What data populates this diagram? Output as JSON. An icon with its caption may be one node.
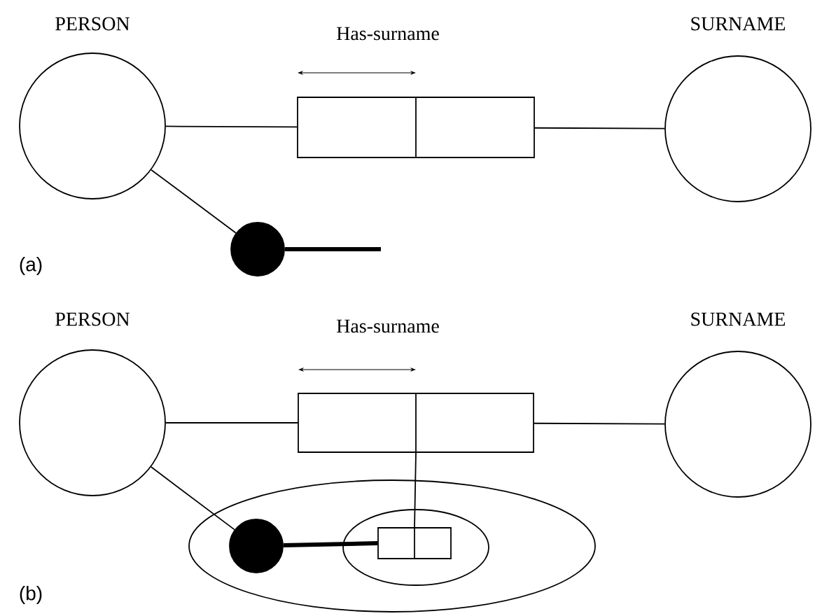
{
  "diagram": {
    "nodes": [
      {
        "text": [
          "PERSON"
        ]
      },
      {
        "text": [
          "Has-surname"
        ]
      },
      {
        "text": [
          "SURNAME"
        ]
      },
      {
        "text": [],
        "shape": "circle"
      },
      {
        "text": [
          "PERSON"
        ]
      },
      {
        "text": [
          "Has-surname"
        ]
      },
      {
        "text": [
          "SURNAME"
        ]
      },
      {
        "text": [],
        "shape": "ellipse"
      },
      {
        "text": [],
        "shape": "circle",
        "in": 7
      },
      {
        "text": [],
        "shape": "ellipse",
        "in": 7
      },
      {
        "text": [],
        "shape": "box",
        "in": 9
      }
    ],
    "edges": [
      {
        "from": 0,
        "to": 1,
        "arrow": "none"
      },
      {
        "from": 1,
        "to": 2,
        "arrow": "none"
      },
      {
        "from": 0,
        "to": 3,
        "arrow": "none"
      },
      {
        "from": 3,
        "to": null,
        "arrow": "none",
        "style": "thick"
      },
      {
        "from": 4,
        "to": 5,
        "arrow": "none"
      },
      {
        "from": 5,
        "to": 6,
        "arrow": "none"
      },
      {
        "from": 4,
        "to": 8,
        "arrow": "none"
      },
      {
        "from": 8,
        "to": 10,
        "arrow": "none",
        "style": "thick"
      },
      {
        "from": 5,
        "to": 10,
        "arrow": "none"
      }
    ],
    "labels": [
      "(a)",
      "(b)"
    ]
  }
}
